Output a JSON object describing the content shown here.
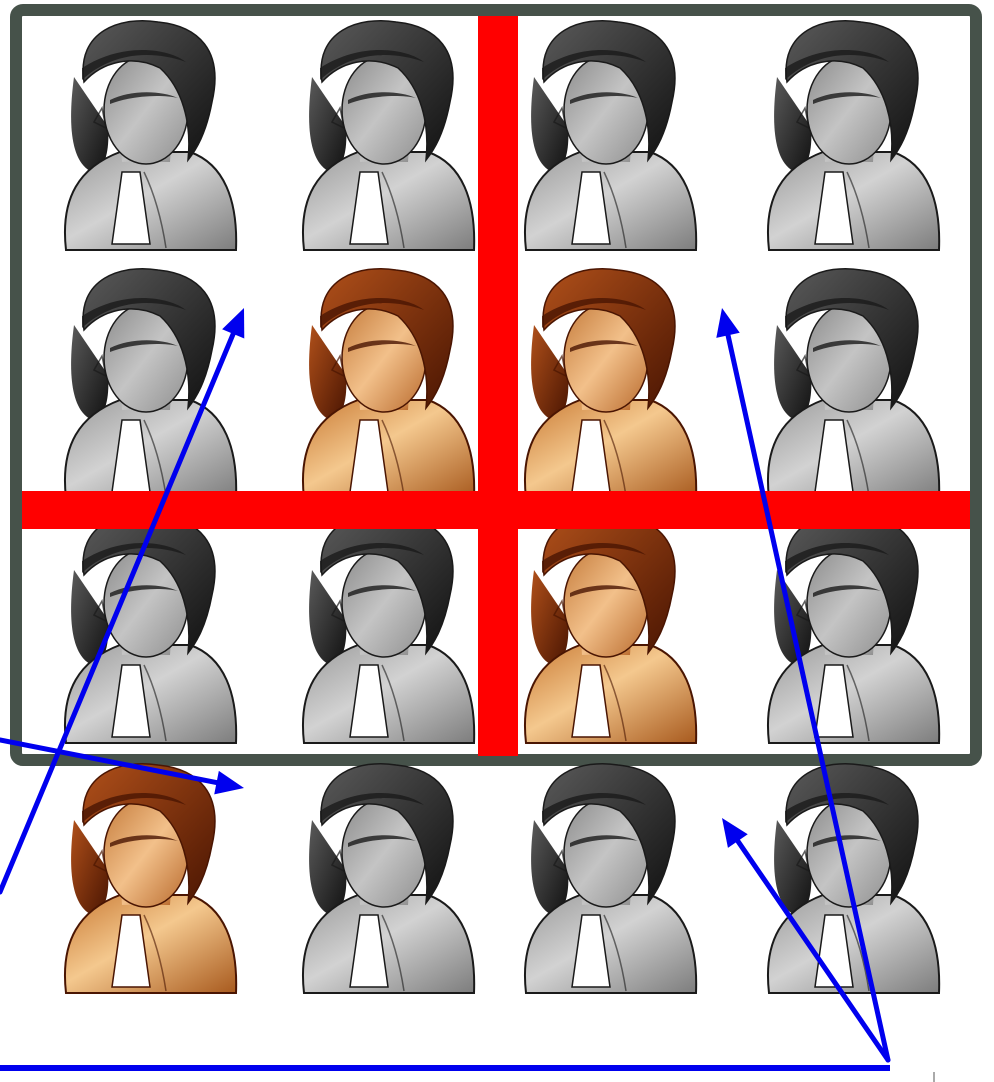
{
  "colors": {
    "frame": "#46524a",
    "background": "#ffffff",
    "divider": "#ff0000",
    "arrow": "#0000ee",
    "highlight_skin": "#e0a060",
    "highlight_hair": "#7a2a08",
    "gray_skin": "#a6a6a6",
    "gray_hair": "#2e2e2e"
  },
  "grid": {
    "rows": 4,
    "cols": 4,
    "highlighted": [
      [
        1,
        1
      ],
      [
        1,
        2
      ],
      [
        2,
        2
      ],
      [
        3,
        0
      ]
    ]
  },
  "icons": {
    "person": "user-avatar-icon"
  }
}
